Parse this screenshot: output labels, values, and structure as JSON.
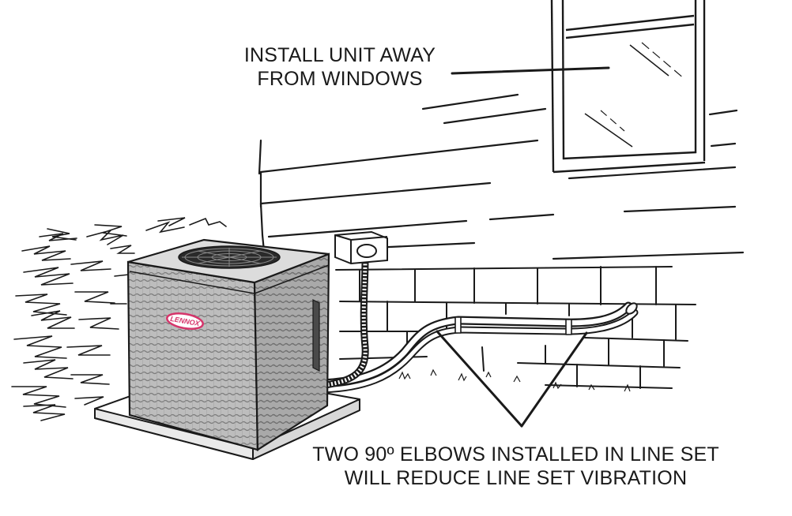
{
  "callouts": {
    "windows": {
      "line1": "INSTALL UNIT AWAY",
      "line2": "FROM WINDOWS"
    },
    "elbows": {
      "line1": "TWO 90º ELBOWS INSTALLED IN LINE SET",
      "line2": "WILL REDUCE LINE SET VIBRATION"
    }
  },
  "unit": {
    "brand": "LENNOX"
  },
  "colors": {
    "ink": "#1a1a1a",
    "unit_body": "#b9b9b9",
    "unit_shadow": "#8e8e8e",
    "logo": "#d6356b"
  }
}
